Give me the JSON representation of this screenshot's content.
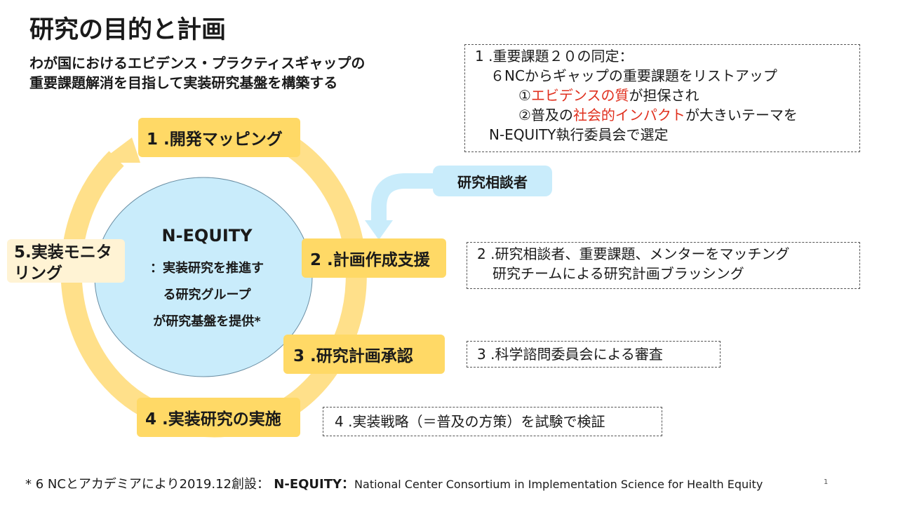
{
  "title": "研究の目的と計画",
  "subtitle": {
    "line1": "わが国におけるエビデンス・プラクティスギャップの",
    "line2": "重要課題解消を目指して実装研究基盤を構築する"
  },
  "center": {
    "name": "N-EQUITY",
    "line1": "：実装研究を推進す",
    "line2": "る研究グループ",
    "line3": "が研究基盤を提供*"
  },
  "steps": {
    "s1": "1 .開発マッピング",
    "s2": "2 .計画作成支援",
    "s3": "3 .研究計画承認",
    "s4": "4 .実装研究の実施",
    "s5_line1": "5.実装モニタ",
    "s5_line2": "リング"
  },
  "consultant": "研究相談者",
  "notes": {
    "n1": {
      "line1": "1 .重要課題２０の同定：",
      "line2": "６NCからギャップの重要課題をリストアップ",
      "line3_pre": "①",
      "line3_red": "エビデンスの質",
      "line3_post": "が担保され",
      "line4_pre": "②普及の",
      "line4_red": "社会的インパクト",
      "line4_post": "が大きいテーマを",
      "line5": "N-EQUITY執行委員会で選定"
    },
    "n2": {
      "line1": "2 .研究相談者、重要課題、メンターをマッチング",
      "line2": "研究チームによる研究計画ブラッシング"
    },
    "n3": "3 .科学諮問委員会による審査",
    "n4": "4 .実装戦略（＝普及の方策）を試験で検証"
  },
  "footnote": {
    "part1": "* 6 NCとアカデミアにより2019.12創設：",
    "part2": " N-EQUITY：",
    "part3": "National Center Consortium in Implementation Science for Health Equity"
  },
  "page_number": "1",
  "colors": {
    "cycle_arrow": "#ffe08a",
    "step_box": "#ffd966",
    "step5_box": "#fff3d4",
    "center_circle": "#c9ecfb",
    "consult_arrow": "#c9ecfb",
    "highlight_red": "#e0301e"
  }
}
